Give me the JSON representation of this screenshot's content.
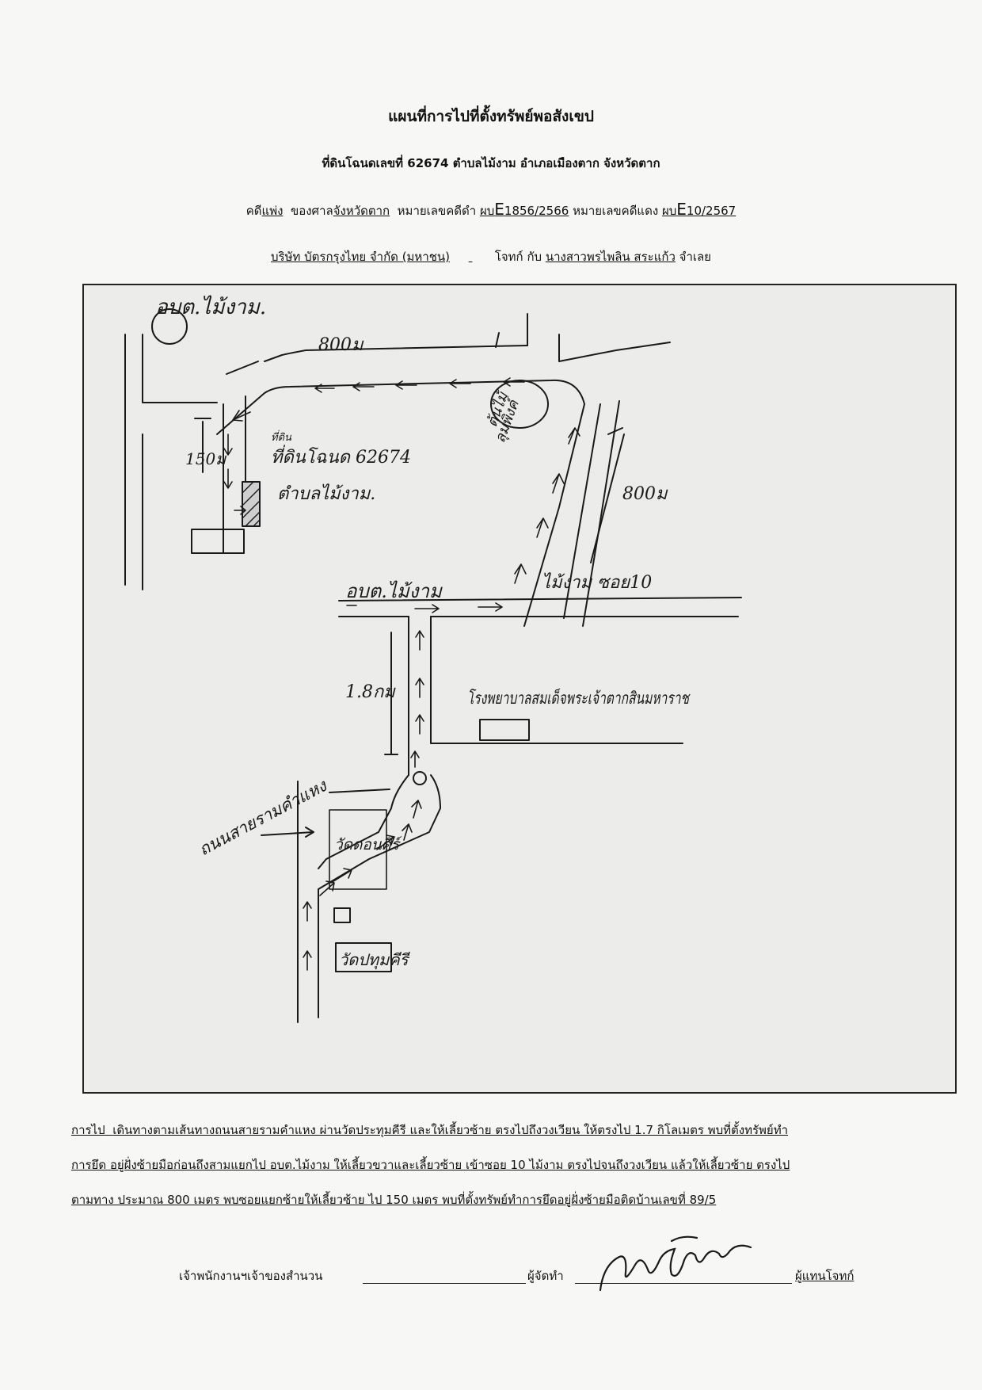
{
  "header": {
    "title": "แผนที่การไปที่ตั้งทรัพย์พอสังเขป",
    "deed_line": "ที่ดินโฉนดเลขที่ 62674  ตำบลไม้งาม  อำเภอเมืองตาก  จังหวัดตาก",
    "case": {
      "type_prefix": "คดี",
      "type": "แพ่ง",
      "court_prefix": "ของศาล",
      "court": "จังหวัดตาก",
      "black_label": "หมายเลขคดีดำ",
      "black_pre": "ผบ",
      "black_e": "E",
      "black_num": "1856/2566",
      "red_label": "หมายเลขคดีแดง",
      "red_pre": "ผบ",
      "red_e": "E",
      "red_num": "10/2567"
    },
    "parties": {
      "plaintiff": "บริษัท บัตรกรุงไทย จำกัด (มหาชน)",
      "plaintiff_label": "โจทก์",
      "with_label": "กับ",
      "defendant": "นางสาวพรไพลิน  สระแก้ว",
      "defendant_label": "จำเลย"
    }
  },
  "map_labels": {
    "sao_top": "อบต.ไม้งาม.",
    "dist_800_top": "800ม",
    "dist_150": "150ม",
    "dist_800_right": "800ม",
    "dist_1_8km": "1.8กม",
    "deed_label_1": "ที่ดินโฉนด 62674",
    "deed_label_2": "ตำบลไม้งาม.",
    "deed_label_small": "ที่ดิน",
    "tree_1": "ต้นไม้",
    "tree_2": "ลุมพิงค์",
    "soi_label": "ไม้งาม ซอย10",
    "sao_mid": "อบต.ไม้งาม",
    "hospital": "โรงพยาบาลสมเด็จพระเจ้าตากสินมหาราช",
    "road_name": "ถนนสายรามคำแหง",
    "wat_dong": "วัดดอนศีร์",
    "wat_pak": "วัดปทุมคีรี"
  },
  "directions": {
    "lead": "การไป",
    "lines": [
      "เดินทางตามเส้นทางถนนสายรามคำแหง ผ่านวัดประทุมคีรี และให้เลี้ยวซ้าย ตรงไปถึงวงเวียน ให้ตรงไป 1.7 กิโลเมตร พบที่ตั้งทรัพย์ทำ",
      "การยึด อยู่ฝั่งซ้ายมือก่อนถึงสามแยกไป อบต.ไม้งาม ให้เลี้ยวขวาและเลี้ยวซ้าย เข้าซอย 10 ไม้งาม ตรงไปจนถึงวงเวียน แล้วให้เลี้ยวซ้าย ตรงไป",
      "ตามทาง ประมาณ 800 เมตร พบซอยแยกซ้ายให้เลี้ยวซ้าย ไป 150 เมตร พบที่ตั้งทรัพย์ทำการยึดอยู่ฝั่งซ้ายมือติดบ้านเลขที่ 89/5"
    ]
  },
  "footer": {
    "officer_label": "เจ้าพนักงานฯเจ้าของสำนวน",
    "preparer_label": "ผู้จัดทำ",
    "rep_label": "ผู้แทนโจทก์"
  },
  "colors": {
    "ink": "#1a1a1a",
    "paper": "#f7f7f5",
    "map_bg": "#ececea"
  }
}
